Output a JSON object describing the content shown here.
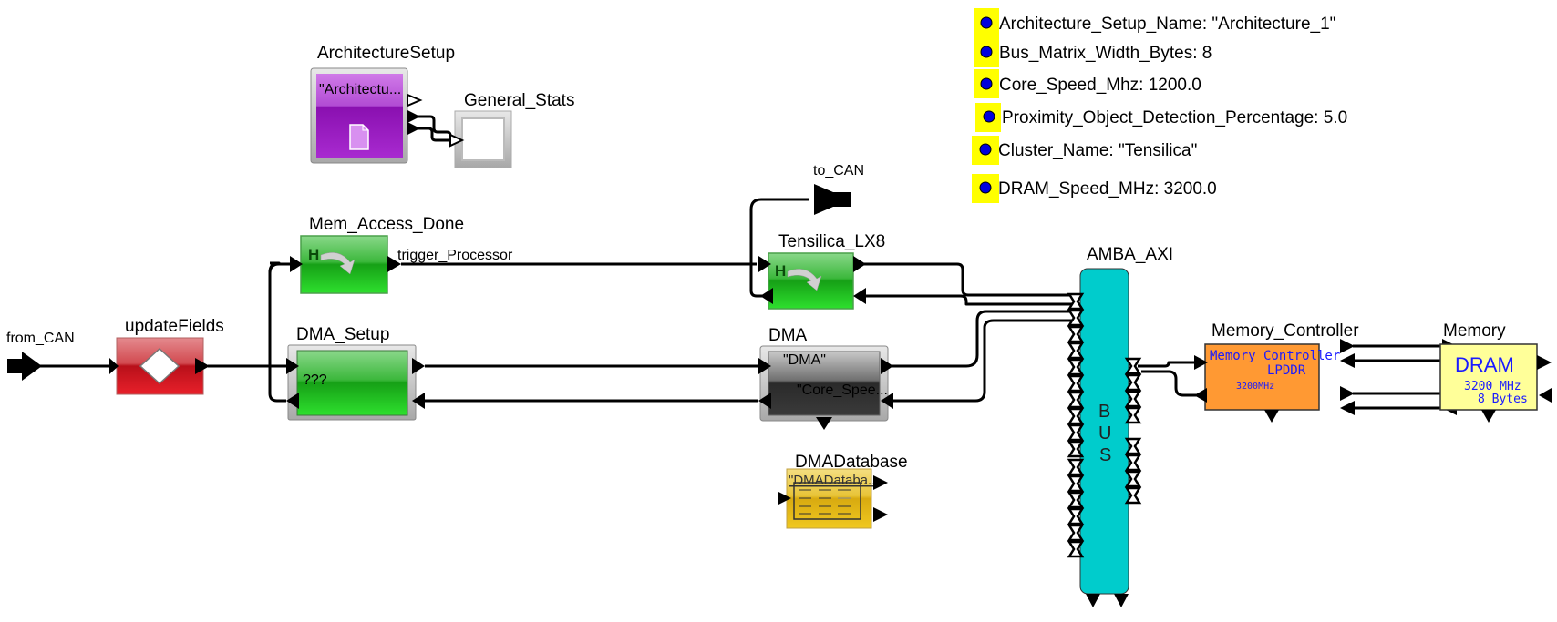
{
  "parameters": [
    {
      "name": "Architecture_Setup_Name",
      "value": "\"Architecture_1\""
    },
    {
      "name": "Bus_Matrix_Width_Bytes",
      "value": "8"
    },
    {
      "name": "Core_Speed_Mhz",
      "value": "1200.0"
    },
    {
      "name": "Proximity_Object_Detection_Percentage",
      "value": "5.0"
    },
    {
      "name": "Cluster_Name",
      "value": "\"Tensilica\""
    },
    {
      "name": "DRAM_Speed_MHz",
      "value": "3200.0"
    }
  ],
  "param_lines": [
    "Architecture_Setup_Name: \"Architecture_1\"",
    "Bus_Matrix_Width_Bytes: 8",
    "Core_Speed_Mhz: 1200.0",
    "Proximity_Object_Detection_Percentage: 5.0",
    "Cluster_Name: \"Tensilica\"",
    "DRAM_Speed_MHz: 3200.0"
  ],
  "colors": {
    "param_highlight": "#ffff00",
    "param_bullet": "#0000dd",
    "architecture_block": "#a020c0",
    "green_block": "#22bb22",
    "red_block": "#d41c24",
    "dma_block": "#333333",
    "database_block": "#e8c020",
    "bus": "#00cccc",
    "memory_controller": "#ff9933",
    "memory": "#ffff99",
    "mono_text": "#1a1aff"
  },
  "blocks": {
    "architecture_setup": {
      "label": "ArchitectureSetup",
      "content": "\"Architectu..."
    },
    "general_stats": {
      "label": "General_Stats"
    },
    "from_can": {
      "label": "from_CAN"
    },
    "to_can": {
      "label": "to_CAN"
    },
    "update_fields": {
      "label": "updateFields"
    },
    "mem_access_done": {
      "label": "Mem_Access_Done",
      "icon_letter": "H"
    },
    "dma_setup": {
      "label": "DMA_Setup",
      "content": "???"
    },
    "tensilica_lx8": {
      "label": "Tensilica_LX8",
      "icon_letter": "H"
    },
    "dma": {
      "label": "DMA",
      "line1": "\"DMA\"",
      "line2": "\"Core_Spee..."
    },
    "dma_database": {
      "label": "DMADatabase",
      "content": "\"DMADataba..."
    },
    "amba_axi": {
      "label": "AMBA_AXI",
      "letters": [
        "B",
        "U",
        "S"
      ]
    },
    "memory_controller": {
      "label": "Memory_Controller",
      "line1": "Memory Controller",
      "line2": "LPDDR",
      "line3": "3200MHz"
    },
    "memory": {
      "label": "Memory",
      "line1": "DRAM",
      "line2": "3200 MHz",
      "line3": "8 Bytes"
    }
  },
  "wires": {
    "trigger_processor": {
      "label": "trigger_Processor"
    }
  }
}
